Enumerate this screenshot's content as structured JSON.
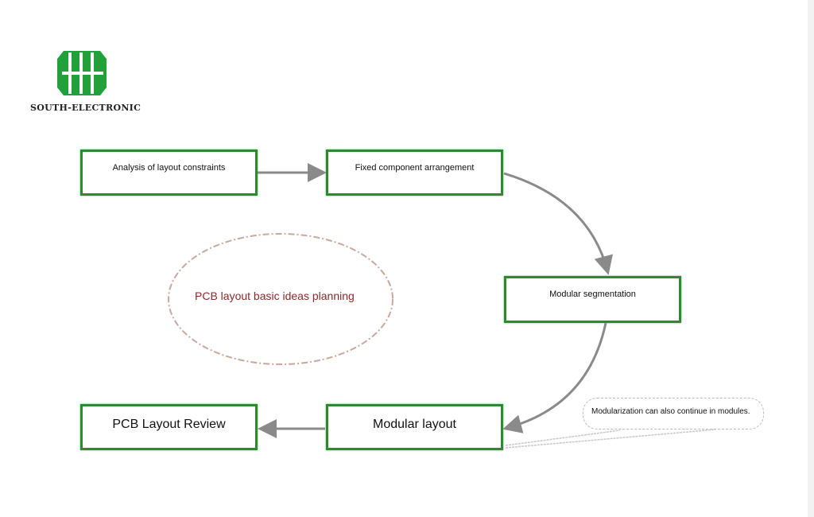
{
  "brand": {
    "name": "SOUTH-ELECTRONIC",
    "logo_color": "#22a03a"
  },
  "diagram": {
    "center_label": "PCB layout basic ideas planning",
    "steps": [
      {
        "label": "Analysis of layout constraints"
      },
      {
        "label": "Fixed component arrangement"
      },
      {
        "label": "Modular segmentation"
      },
      {
        "label": "Modular layout"
      },
      {
        "label": "PCB Layout Review"
      }
    ],
    "note": "Modularization can also continue in modules.",
    "box_border_color": "#2e8a2e",
    "arrow_color": "#8a8a8a"
  }
}
